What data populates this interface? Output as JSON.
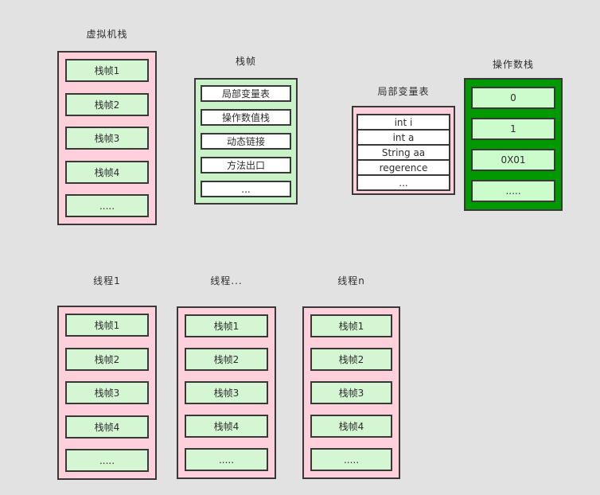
{
  "colors": {
    "bg": "#e2e2e2",
    "border": "#383838",
    "pink": "#fdd0db",
    "frame_green": "#c9f2c9",
    "cell_green": "#d4f6d3",
    "dark_green": "#009a00",
    "pale_green": "#ccfccc"
  },
  "vm_stack": {
    "title": "虚拟机栈",
    "items": [
      "栈帧1",
      "栈帧2",
      "栈帧3",
      "栈帧4",
      "....."
    ]
  },
  "stack_frame": {
    "title": "栈帧",
    "items": [
      "局部变量表",
      "操作数值栈",
      "动态链接",
      "方法出口",
      "..."
    ]
  },
  "local_var_table": {
    "title": "局部变量表",
    "items": [
      "int i",
      "int a",
      "String aa",
      "regerence",
      "..."
    ]
  },
  "operand_stack": {
    "title": "操作数栈",
    "items": [
      "0",
      "1",
      "0X01",
      "....."
    ]
  },
  "threads": [
    {
      "title": "线程1",
      "items": [
        "栈帧1",
        "栈帧2",
        "栈帧3",
        "栈帧4",
        "....."
      ]
    },
    {
      "title": "线程...",
      "items": [
        "栈帧1",
        "栈帧2",
        "栈帧3",
        "栈帧4",
        "....."
      ]
    },
    {
      "title": "线程n",
      "items": [
        "栈帧1",
        "栈帧2",
        "栈帧3",
        "栈帧4",
        "....."
      ]
    }
  ]
}
